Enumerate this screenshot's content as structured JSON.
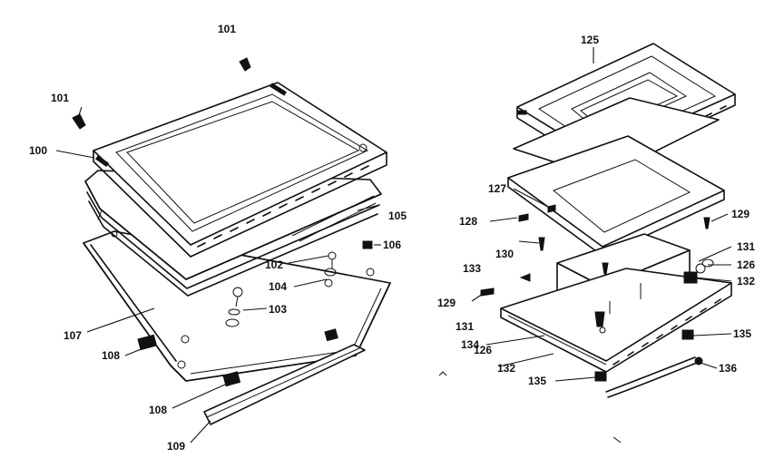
{
  "diagram": {
    "callouts": [
      {
        "id": "c101a",
        "label": "101"
      },
      {
        "id": "c101b",
        "label": "101"
      },
      {
        "id": "c100",
        "label": "100"
      },
      {
        "id": "c105",
        "label": "105"
      },
      {
        "id": "c106",
        "label": "106"
      },
      {
        "id": "c102",
        "label": "102"
      },
      {
        "id": "c104",
        "label": "104"
      },
      {
        "id": "c103",
        "label": "103"
      },
      {
        "id": "c107",
        "label": "107"
      },
      {
        "id": "c108a",
        "label": "108"
      },
      {
        "id": "c108b",
        "label": "108"
      },
      {
        "id": "c109",
        "label": "109"
      },
      {
        "id": "c125",
        "label": "125"
      },
      {
        "id": "c127",
        "label": "127"
      },
      {
        "id": "c128",
        "label": "128"
      },
      {
        "id": "c129a",
        "label": "129"
      },
      {
        "id": "c130",
        "label": "130"
      },
      {
        "id": "c131a",
        "label": "131"
      },
      {
        "id": "c126a",
        "label": "126"
      },
      {
        "id": "c132a",
        "label": "132"
      },
      {
        "id": "c133",
        "label": "133"
      },
      {
        "id": "c129b",
        "label": "129"
      },
      {
        "id": "c131b",
        "label": "131"
      },
      {
        "id": "c134",
        "label": "134"
      },
      {
        "id": "c126b",
        "label": "126"
      },
      {
        "id": "c132b",
        "label": "132"
      },
      {
        "id": "c135a",
        "label": "135"
      },
      {
        "id": "c135b",
        "label": "135"
      },
      {
        "id": "c136",
        "label": "136"
      }
    ]
  }
}
